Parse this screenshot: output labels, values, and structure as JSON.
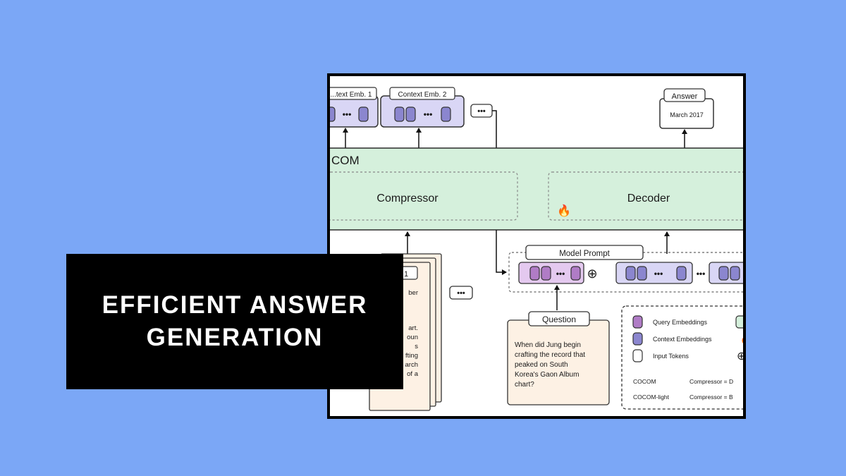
{
  "title_card": {
    "text": "EFFICIENT ANSWER\nGENERATION"
  },
  "diagram": {
    "context_embeddings": [
      {
        "label": "...text Emb. 1"
      },
      {
        "label": "Context Emb. 2"
      }
    ],
    "ellipsis": "•••",
    "answer": {
      "label": "Answer",
      "value": "March 2017"
    },
    "model_name": "COM",
    "compressor": "Compressor",
    "decoder": "Decoder",
    "fire_icon": "🔥",
    "doc_stack": {
      "index": "1",
      "visible_text": [
        "ber",
        "art.",
        "oun",
        "s",
        "fting",
        "arch",
        "of a"
      ]
    },
    "model_prompt": "Model Prompt",
    "plus_symbol": "⊕",
    "question": {
      "label": "Question",
      "lines": [
        "When did Jung begin",
        "crafting the record that",
        "peaked on South",
        "Korea's Gaon Album",
        "chart?"
      ]
    },
    "legend": {
      "items": [
        {
          "label": "Query Embeddings",
          "color": "#b07cc6"
        },
        {
          "label": "Context Embeddings",
          "color": "#8b86cf"
        },
        {
          "label": "Input Tokens",
          "color": "#ffffff"
        }
      ],
      "rows": [
        {
          "name": "COCOM",
          "value": "Compressor = D"
        },
        {
          "name": "COCOM-light",
          "value": "Compressor = B"
        }
      ]
    },
    "colors": {
      "model_band": "#d5f0dc",
      "context_box": "#d9d6f5",
      "context_chip": "#8b86cf",
      "query_box": "#e4c9ef",
      "query_chip": "#b07cc6",
      "doc_paper": "#fdf1e4"
    }
  }
}
